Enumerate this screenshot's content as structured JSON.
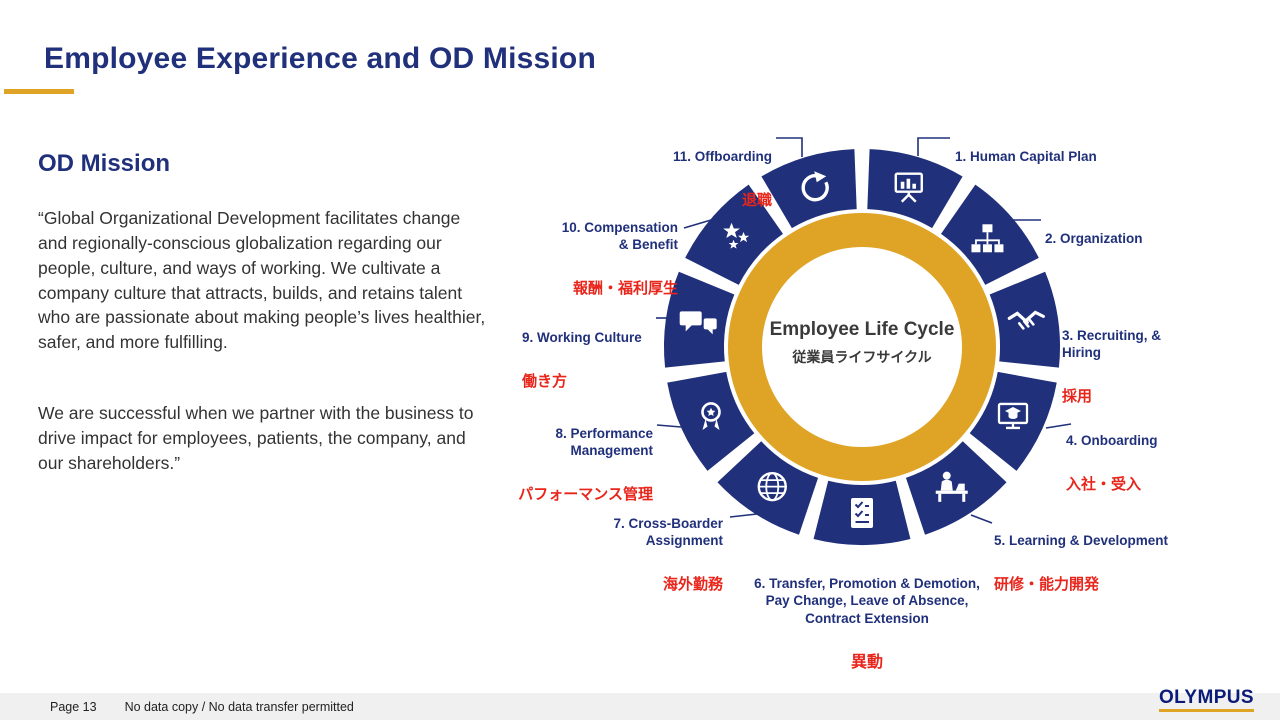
{
  "colors": {
    "navy": "#20307B",
    "gold": "#DFA426",
    "red": "#E8261C"
  },
  "title": "Employee Experience and OD Mission",
  "mission": {
    "heading": "OD Mission",
    "paragraph1": "“Global Organizational Development facilitates change and regionally-conscious globalization regarding our people, culture, and ways of working. We cultivate a company culture that attracts, builds, and retains talent who are passionate about making people’s lives healthier, safer, and more fulfilling.",
    "paragraph2": "We are successful when we partner with the business to drive impact for employees, patients, the company, and our shareholders.”"
  },
  "lifecycle": {
    "center_title": "Employee Life Cycle",
    "center_subtitle": "従業員ライフサイクル",
    "segments": [
      {
        "number": 1,
        "label": "1. Human Capital Plan",
        "jp": "",
        "icon": "presentation-chart-icon"
      },
      {
        "number": 2,
        "label": "2. Organization",
        "jp": "",
        "icon": "org-chart-icon"
      },
      {
        "number": 3,
        "label": "3. Recruiting, & Hiring",
        "jp": "採用",
        "icon": "handshake-icon"
      },
      {
        "number": 4,
        "label": "4. Onboarding",
        "jp": "入社・受入",
        "icon": "monitor-graduation-icon"
      },
      {
        "number": 5,
        "label": "5. Learning & Development",
        "jp": "研修・能力開発",
        "icon": "person-desk-icon"
      },
      {
        "number": 6,
        "label": "6. Transfer, Promotion & Demotion,\nPay Change, Leave of Absence,\nContract Extension",
        "jp": "異動",
        "icon": "checklist-icon"
      },
      {
        "number": 7,
        "label": "7. Cross-Boarder\nAssignment",
        "jp": "海外勤務",
        "icon": "globe-icon"
      },
      {
        "number": 8,
        "label": "8. Performance\nManagement",
        "jp": "パフォーマンス管理",
        "icon": "award-icon"
      },
      {
        "number": 9,
        "label": "9. Working Culture",
        "jp": "働き方",
        "icon": "speech-bubbles-icon"
      },
      {
        "number": 10,
        "label": "10. Compensation\n& Benefit",
        "jp": "報酬・福利厚生",
        "icon": "stars-icon"
      },
      {
        "number": 11,
        "label": "11. Offboarding",
        "jp": "退職",
        "icon": "cycle-arrow-icon"
      }
    ]
  },
  "footer": {
    "page": "Page 13",
    "note": "No data copy / No data transfer permitted",
    "logo": "OLYMPUS"
  }
}
